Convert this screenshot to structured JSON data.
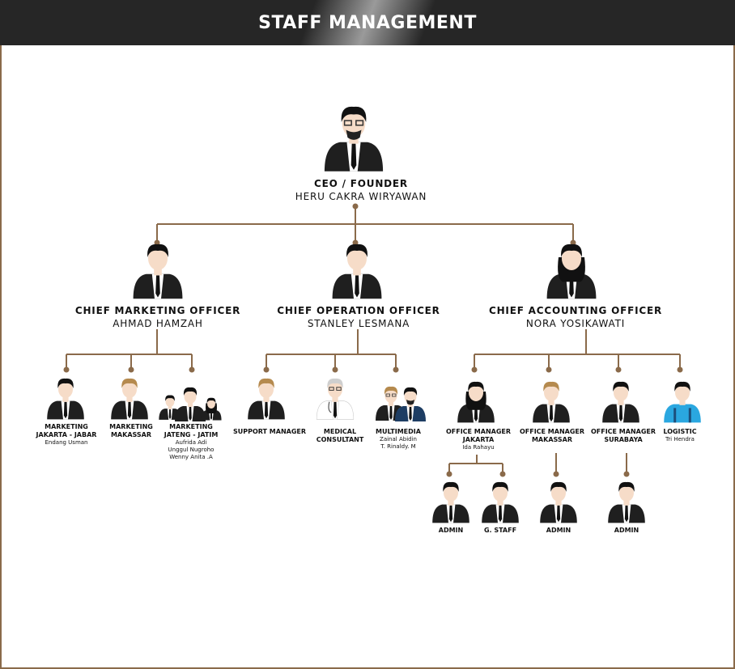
{
  "header": {
    "title": "STAFF MANAGEMENT"
  },
  "colors": {
    "connector": "#8a6a4a",
    "suit": "#1f1f1f",
    "skin": "#f6dcc8",
    "hair_dark": "#111111",
    "hair_blonde": "#b58a4e",
    "logistic_shirt": "#2aa7e0"
  },
  "ceo": {
    "title": "CEO / FOUNDER",
    "name": "HERU CAKRA WIRYAWAN",
    "icon": "ceo-avatar-icon"
  },
  "chiefs": [
    {
      "title": "CHIEF MARKETING OFFICER",
      "name": "AHMAD HAMZAH",
      "icon": "male-avatar-icon"
    },
    {
      "title": "CHIEF OPERATION OFFICER",
      "name": "STANLEY LESMANA",
      "icon": "male-avatar-icon"
    },
    {
      "title": "CHIEF ACCOUNTING OFFICER",
      "name": "NORA YOSIKAWATI",
      "icon": "female-avatar-icon"
    }
  ],
  "marketing": [
    {
      "title1": "MARKETING",
      "title2": "JAKARTA - JABAR",
      "names": [
        "Endang Usman"
      ],
      "icon": "male-avatar-icon"
    },
    {
      "title1": "MARKETING",
      "title2": "MAKASSAR",
      "names": [],
      "icon": "blonde-male-avatar-icon"
    },
    {
      "title1": "MARKETING",
      "title2": "JATENG - JATIM",
      "names": [
        "Aufrida Adi",
        "Unggul Nugroho",
        "Wenny Anita .A"
      ],
      "icon": "group-avatar-icon"
    }
  ],
  "operation": [
    {
      "title1": "SUPPORT MANAGER",
      "title2": "",
      "names": [],
      "icon": "blonde-male-avatar-icon"
    },
    {
      "title1": "MEDICAL",
      "title2": "CONSULTANT",
      "names": [],
      "icon": "doctor-avatar-icon"
    },
    {
      "title1": "MULTIMEDIA",
      "title2": "",
      "names": [
        "Zainal Abidin",
        "T. Rinaldy. M"
      ],
      "icon": "two-men-avatar-icon"
    }
  ],
  "accounting": [
    {
      "title1": "OFFICE MANAGER",
      "title2": "JAKARTA",
      "names": [
        "Ida Rahayu"
      ],
      "icon": "female-avatar-icon"
    },
    {
      "title1": "OFFICE MANAGER",
      "title2": "MAKASSAR",
      "names": [],
      "icon": "blonde-male-avatar-icon"
    },
    {
      "title1": "OFFICE MANAGER",
      "title2": "SURABAYA",
      "names": [],
      "icon": "male-avatar-icon"
    },
    {
      "title1": "LOGISTIC",
      "title2": "",
      "names": [
        "Tri Hendra"
      ],
      "icon": "logistic-avatar-icon"
    }
  ],
  "staff": [
    {
      "title": "ADMIN"
    },
    {
      "title": "G. STAFF"
    },
    {
      "title": "ADMIN"
    },
    {
      "title": "ADMIN"
    }
  ]
}
